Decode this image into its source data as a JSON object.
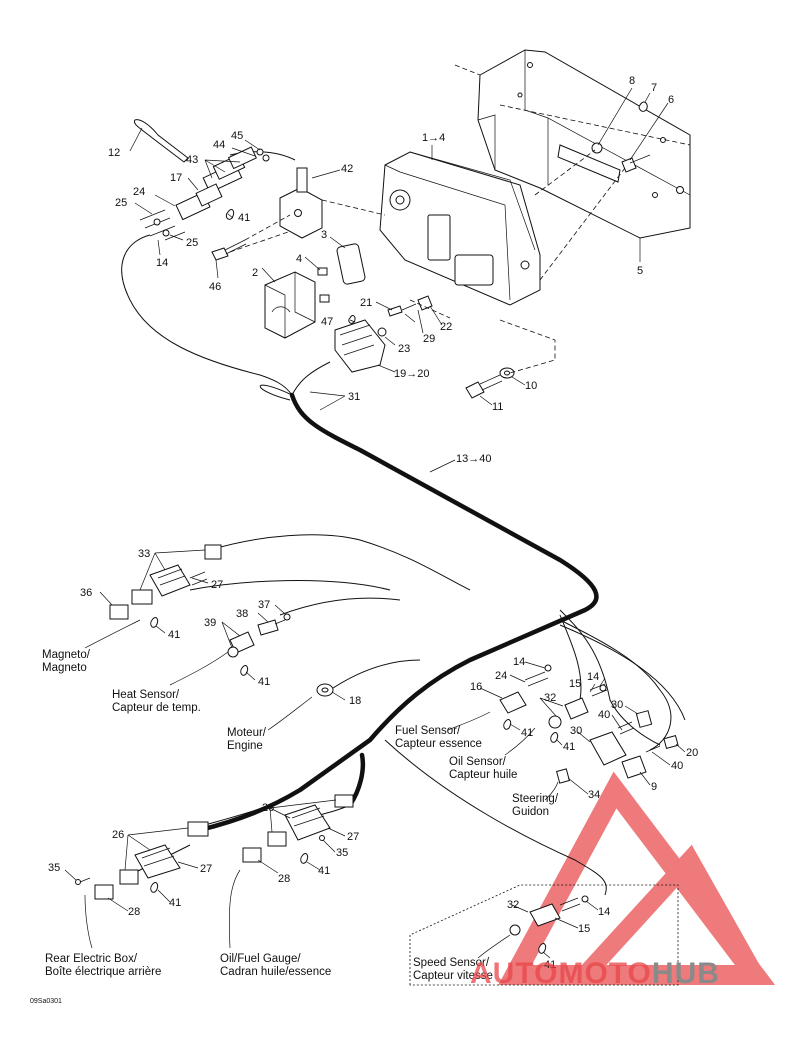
{
  "diagram_code": "09Sa0301",
  "callouts": {
    "c12": "12",
    "c45": "45",
    "c44": "44",
    "c43": "43",
    "c17": "17",
    "c24a": "24",
    "c25a": "25",
    "c41a": "41",
    "c25b": "25",
    "c14a": "14",
    "c46": "46",
    "c42": "42",
    "c1_4": "1→4",
    "c8": "8",
    "c7": "7",
    "c6": "6",
    "c5": "5",
    "c3": "3",
    "c4": "4",
    "c2": "2",
    "c21": "21",
    "c47": "47",
    "c22": "22",
    "c29": "29",
    "c23": "23",
    "c19_20": "19→20",
    "c10": "10",
    "c11": "11",
    "c31": "31",
    "c13_40": "13→40",
    "c33a": "33",
    "c27a": "27",
    "c36": "36",
    "c41b": "41",
    "c38": "38",
    "c37": "37",
    "c39": "39",
    "c41c": "41",
    "c18": "18",
    "c14b": "14",
    "c24b": "24",
    "c14c": "14",
    "c16": "16",
    "c32a": "32",
    "c15a": "15",
    "c30a": "30",
    "c40a": "40",
    "c41d": "41",
    "c41e": "41",
    "c30b": "30",
    "c20": "20",
    "c40b": "40",
    "c9": "9",
    "c34": "34",
    "c26a": "26",
    "c26b": "26",
    "c27b": "27",
    "c27c": "27",
    "c35a": "35",
    "c35b": "35",
    "c28a": "28",
    "c28b": "28",
    "c41f": "41",
    "c41g": "41",
    "c32b": "32",
    "c14d": "14",
    "c15b": "15",
    "c41h": "41"
  },
  "captions": {
    "magneto_en": "Magneto/",
    "magneto_fr": "Magneto",
    "heat_en": "Heat Sensor/",
    "heat_fr": "Capteur de temp.",
    "moteur": "Moteur/",
    "engine": "Engine",
    "fuel_en": "Fuel Sensor/",
    "fuel_fr": "Capteur essence",
    "oil_en": "Oil Sensor/",
    "oil_fr": "Capteur huile",
    "steer_en": "Steering/",
    "steer_fr": "Guidon",
    "rear_en": "Rear Electric Box/",
    "rear_fr": "Boîte électrique arrière",
    "gauge_en": "Oil/Fuel Gauge/",
    "gauge_fr": "Cadran huile/essence",
    "speed_en": "Speed Sensor/",
    "speed_fr": "Capteur vitesse"
  },
  "watermark": {
    "text": "AUTOMOTOHUB",
    "color_red": "#e8474a",
    "color_gray": "#8a8a8a"
  }
}
